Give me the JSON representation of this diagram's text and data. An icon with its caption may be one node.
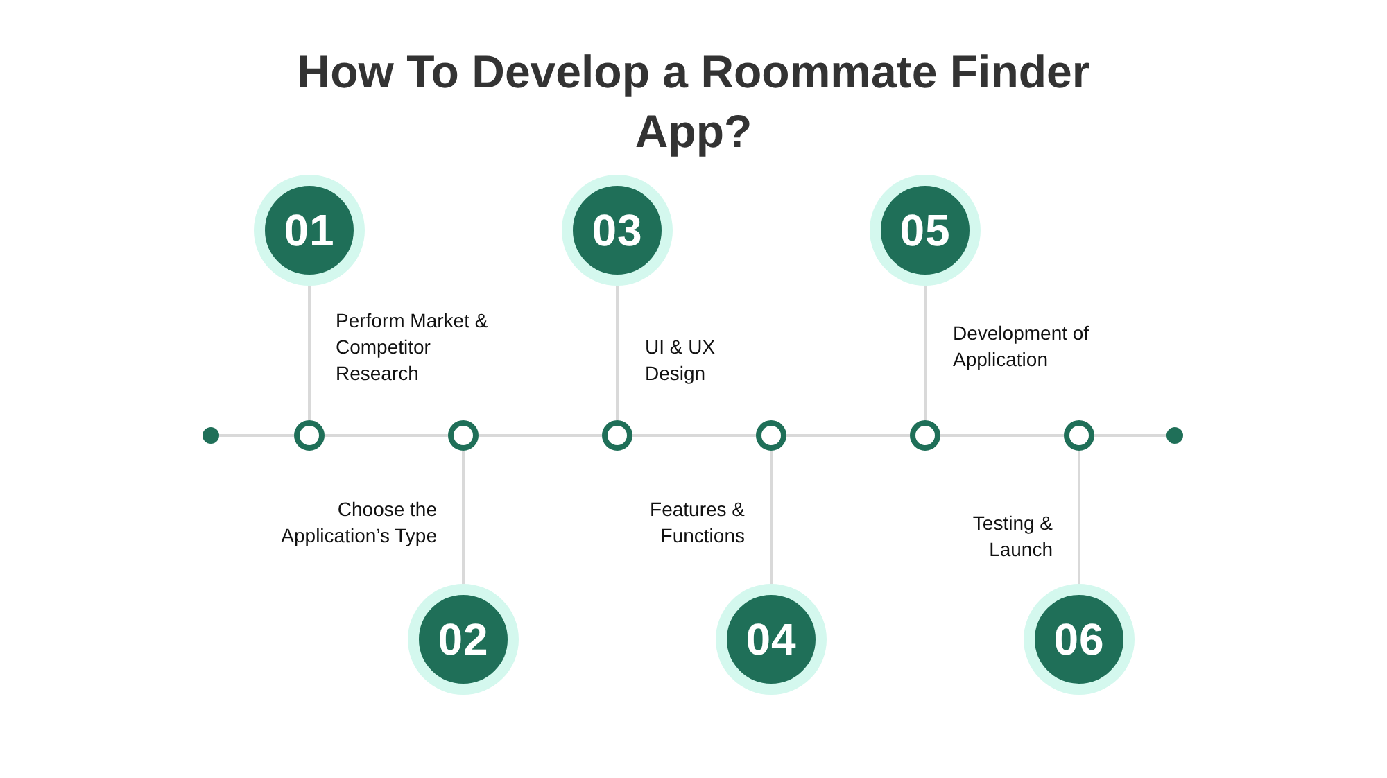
{
  "diagram": {
    "title": "How To Develop a Roommate Finder App?",
    "nodes": [
      {
        "text": [
          "01"
        ],
        "beside": [
          "Perform Market & Competitor Research"
        ]
      },
      {
        "text": [
          "02"
        ],
        "beside": [
          "Choose the Application’s Type"
        ]
      },
      {
        "text": [
          "03"
        ],
        "beside": [
          "UI & UX Design"
        ]
      },
      {
        "text": [
          "04"
        ],
        "beside": [
          "Features & Functions"
        ]
      },
      {
        "text": [
          "05"
        ],
        "beside": [
          "Development of Application"
        ]
      },
      {
        "text": [
          "06"
        ],
        "beside": [
          "Testing & Launch"
        ]
      },
      {
        "text": [],
        "shape": "circle"
      },
      {
        "text": [],
        "shape": "circle"
      },
      {
        "text": [],
        "shape": "circle"
      },
      {
        "text": [],
        "shape": "circle"
      },
      {
        "text": [],
        "shape": "circle"
      },
      {
        "text": [],
        "shape": "circle"
      },
      {
        "text": [],
        "shape": "circle"
      },
      {
        "text": [],
        "shape": "circle"
      }
    ],
    "edges": [
      {
        "from": 0,
        "to": 7,
        "arrow": "none"
      },
      {
        "from": 1,
        "to": 8,
        "arrow": "none"
      },
      {
        "from": 2,
        "to": 9,
        "arrow": "none"
      },
      {
        "from": 3,
        "to": 10,
        "arrow": "none"
      },
      {
        "from": 4,
        "to": 11,
        "arrow": "none"
      },
      {
        "from": 5,
        "to": 12,
        "arrow": "none"
      },
      {
        "from": 6,
        "to": 7,
        "arrow": "none"
      },
      {
        "from": 7,
        "to": 8,
        "arrow": "none"
      },
      {
        "from": 8,
        "to": 9,
        "arrow": "none"
      },
      {
        "from": 9,
        "to": 10,
        "arrow": "none"
      },
      {
        "from": 10,
        "to": 11,
        "arrow": "none"
      },
      {
        "from": 11,
        "to": 12,
        "arrow": "none"
      },
      {
        "from": 12,
        "to": 13,
        "arrow": "none"
      }
    ]
  }
}
